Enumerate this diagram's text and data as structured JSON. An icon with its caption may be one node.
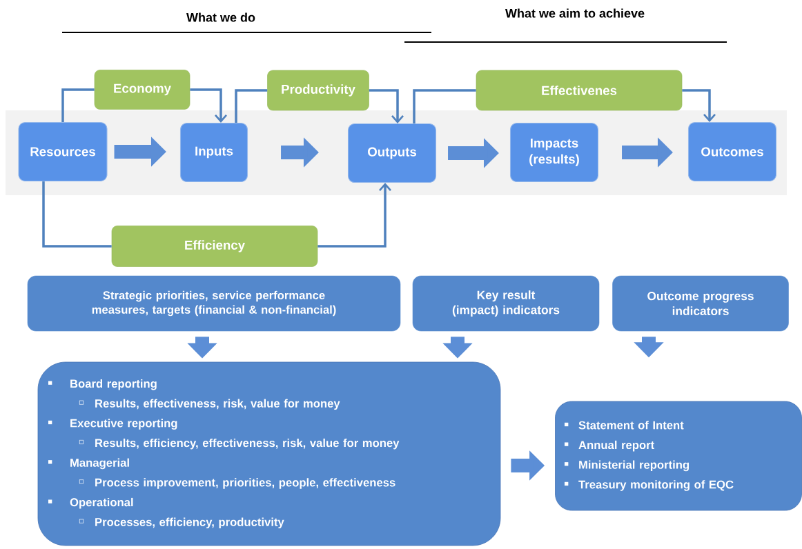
{
  "diagram": {
    "nodes": [
      {
        "text": [
          "Resources"
        ]
      },
      {
        "text": [
          "Inputs"
        ]
      },
      {
        "text": [
          "Outputs"
        ]
      },
      {
        "text": [
          "Impacts (results)"
        ]
      },
      {
        "text": [
          "Outcomes"
        ]
      },
      {
        "text": [
          "Economy"
        ]
      },
      {
        "text": [
          "Productivity"
        ]
      },
      {
        "text": [
          "Effectivenes"
        ]
      },
      {
        "text": [
          "Efficiency"
        ]
      },
      {
        "text": [
          "Strategic priorities, service performance measures, targets (financial & non-financial)"
        ]
      },
      {
        "text": [
          "Key result (impact) indicators"
        ]
      },
      {
        "text": [
          "Outcome progress indicators"
        ]
      },
      {
        "text": [
          "Board reporting",
          "Results, effectiveness, risk, value for money",
          "Executive reporting",
          "Results, efficiency, effectiveness, risk, value for money",
          "Managerial",
          "Process improvement, priorities, people, effectiveness",
          "Operational",
          "Processes, efficiency, productivity"
        ]
      },
      {
        "text": [
          "Statement of Intent",
          "Annual report",
          "Ministerial reporting",
          "Treasury  monitoring of EQC"
        ]
      }
    ],
    "edges": [
      {
        "from": 0,
        "to": 1,
        "arrow": "to",
        "style": "thick"
      },
      {
        "from": 1,
        "to": 2,
        "arrow": "to",
        "style": "thick"
      },
      {
        "from": 2,
        "to": 3,
        "arrow": "to",
        "style": "thick"
      },
      {
        "from": 3,
        "to": 4,
        "arrow": "to",
        "style": "thick"
      },
      {
        "from": 0,
        "to": 5,
        "arrow": "none"
      },
      {
        "from": 5,
        "to": 1,
        "arrow": "to"
      },
      {
        "from": 1,
        "to": 6,
        "arrow": "none"
      },
      {
        "from": 6,
        "to": 2,
        "arrow": "to"
      },
      {
        "from": 2,
        "to": 7,
        "arrow": "none"
      },
      {
        "from": 7,
        "to": 4,
        "arrow": "to"
      },
      {
        "from": 0,
        "to": 8,
        "arrow": "none"
      },
      {
        "from": 8,
        "to": 2,
        "arrow": "to"
      },
      {
        "from": 9,
        "to": 12,
        "arrow": "to",
        "style": "thick"
      },
      {
        "from": 10,
        "to": 12,
        "arrow": "to",
        "style": "thick"
      },
      {
        "from": 11,
        "to": null,
        "arrow": "to",
        "style": "thick"
      },
      {
        "from": 12,
        "to": 13,
        "arrow": "to",
        "style": "thick"
      }
    ],
    "labels": [
      "What we do",
      "What we aim to achieve"
    ]
  }
}
